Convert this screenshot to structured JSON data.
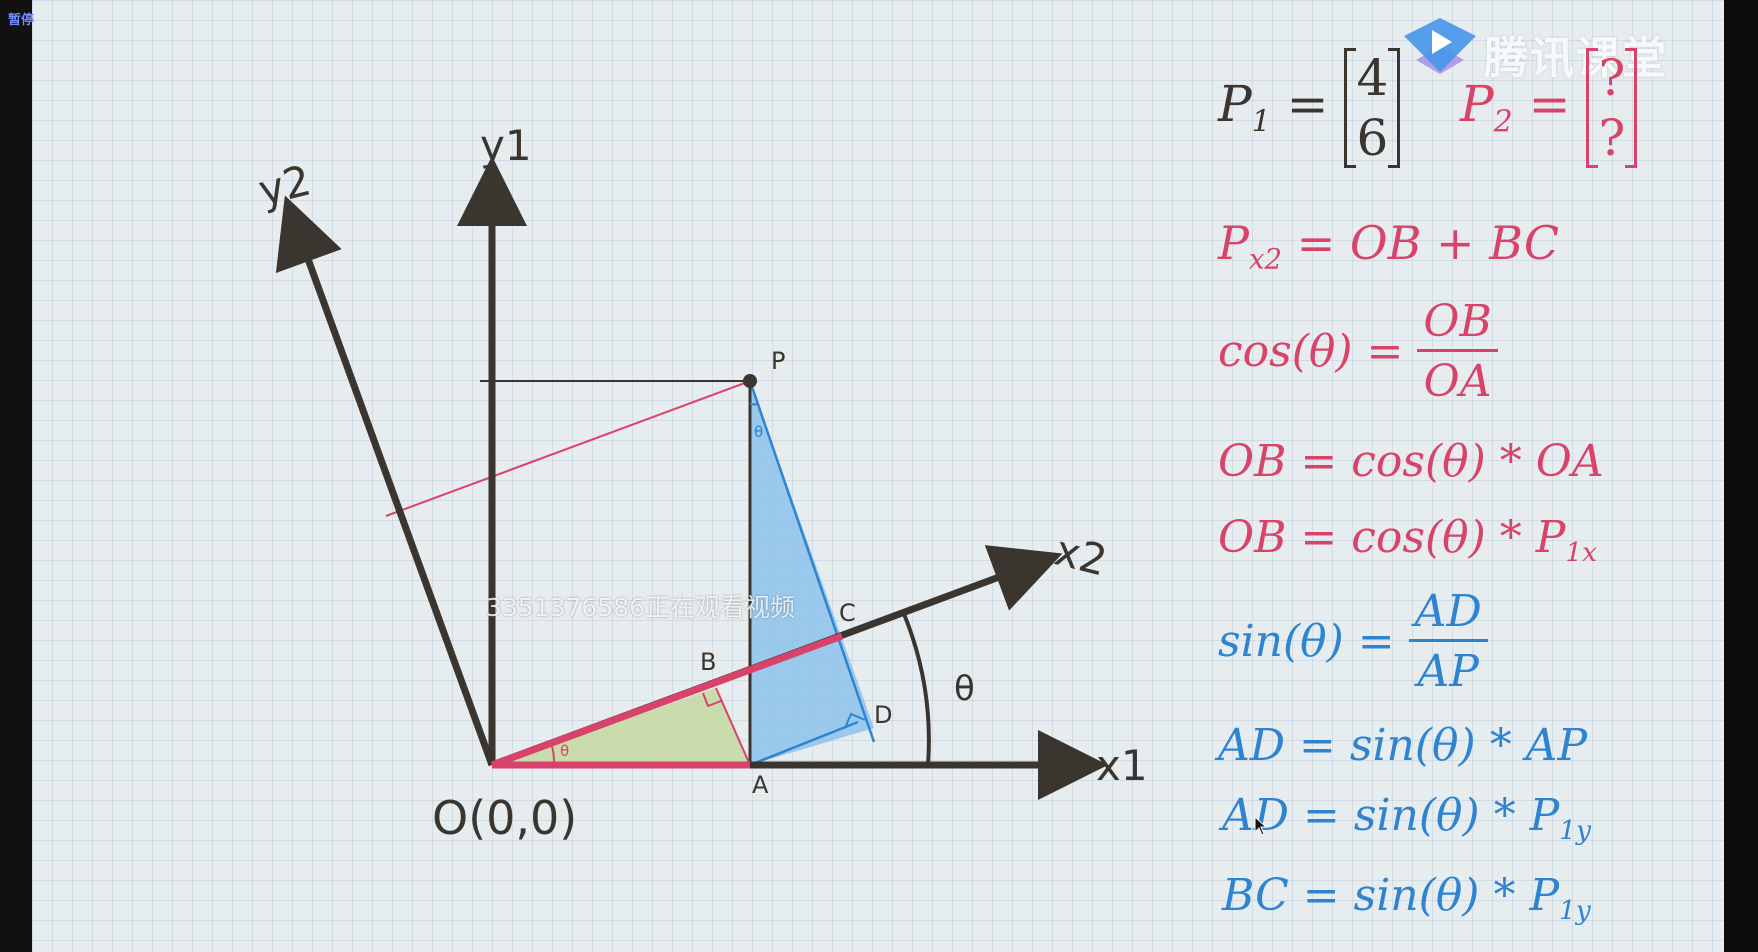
{
  "player": {
    "pause_label": "暂停"
  },
  "logo": {
    "text": "腾讯课堂",
    "icon": "play-icon"
  },
  "viewer_watermark": "3351376586正在观看视频",
  "diagram": {
    "labels": {
      "y1": "y1",
      "y2": "y2",
      "x1": "x1",
      "x2": "x2",
      "origin": "O(0,0)",
      "P": "P",
      "A": "A",
      "B": "B",
      "C": "C",
      "D": "D",
      "theta_big": "θ",
      "theta_small_pink": "θ",
      "theta_small_blue": "θ"
    },
    "colors": {
      "axis": "#3b3530",
      "pink": "#d9436a",
      "blue": "#2f84d0",
      "green_fill": "#c4d9a2",
      "blue_fill": "#8cc3ec"
    }
  },
  "equations": {
    "p1": {
      "lhs": "P",
      "sub": "1",
      "eq": "=",
      "m1": "4",
      "m2": "6"
    },
    "p2": {
      "lhs": "P",
      "sub": "2",
      "eq": "=",
      "m1": "?",
      "m2": "?"
    },
    "px2": {
      "lhs": "P",
      "sub": "x2",
      "rhs": "= OB + BC"
    },
    "cos_def": {
      "lhs": "cos(θ) =",
      "num": "OB",
      "den": "OA"
    },
    "ob1": "OB = cos(θ) * OA",
    "ob2": {
      "text": "OB = cos(θ) * P",
      "sub": "1x"
    },
    "sin_def": {
      "lhs": "sin(θ) =",
      "num": "AD",
      "den": "AP"
    },
    "ad1": "AD = sin(θ) * AP",
    "ad2": {
      "text": "AD = sin(θ) * P",
      "sub": "1y"
    },
    "bc": {
      "text": "BC = sin(θ) * P",
      "sub": "1y"
    }
  }
}
